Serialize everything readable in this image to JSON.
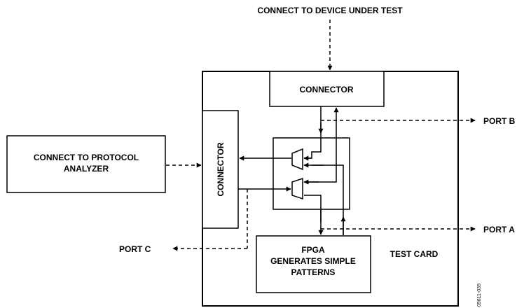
{
  "labels": {
    "device_under_test": "CONNECT TO DEVICE UNDER TEST",
    "top_connector": "CONNECTOR",
    "side_connector": "CONNECTOR",
    "protocol_analyzer_line1": "CONNECT TO PROTOCOL",
    "protocol_analyzer_line2": "ANALYZER",
    "port_a": "PORT A",
    "port_b": "PORT B",
    "port_c": "PORT C",
    "fpga_line1": "FPGA",
    "fpga_line2": "GENERATES SIMPLE",
    "fpga_line3": "PATTERNS",
    "test_card": "TEST CARD",
    "figure_id": "05611-039"
  }
}
